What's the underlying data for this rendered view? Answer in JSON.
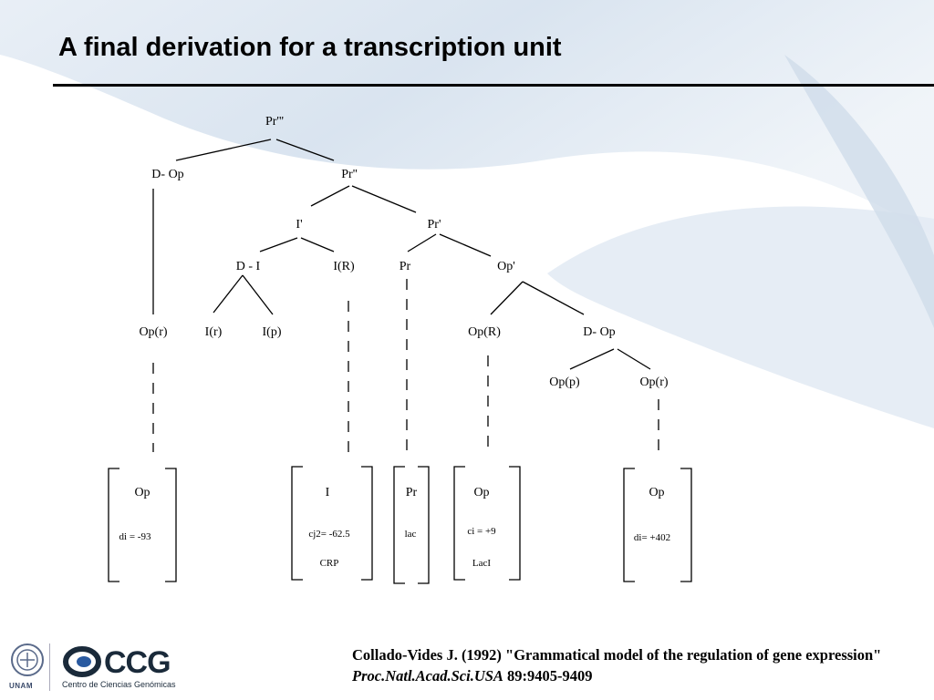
{
  "slide": {
    "title": "A final derivation for a transcription unit"
  },
  "tree": {
    "nodes": {
      "pr3": "Pr'''",
      "d_op_top": "D- Op",
      "pr2": "Pr''",
      "i_bar": "I'",
      "pr1": "Pr'",
      "d_i": "D - I",
      "i_r_cap": "I(R)",
      "pr": "Pr",
      "op1": "Op'",
      "op_r_left": "Op(r)",
      "i_r": "I(r)",
      "i_p": "I(p)",
      "op_R": "Op(R)",
      "d_op_right": "D- Op",
      "op_p": "Op(p)",
      "op_r_right": "Op(r)"
    },
    "boxes": [
      {
        "head": "Op",
        "line1": "di = -93",
        "line2": ""
      },
      {
        "head": "I",
        "line1": "cj2= -62.5",
        "line2": "CRP"
      },
      {
        "head": "Pr",
        "line1": "lac",
        "line2": ""
      },
      {
        "head": "Op",
        "line1": "ci = +9",
        "line2": "LacI"
      },
      {
        "head": "Op",
        "line1": "di= +402",
        "line2": ""
      }
    ]
  },
  "citation": {
    "text": "Collado-Vides J. (1992) \"Grammatical model of the regulation of gene expression\"",
    "journal": "Proc.Natl.Acad.Sci.USA",
    "ref": "89:9405-9409"
  },
  "logos": {
    "unam": "UNAM",
    "ccg": "CCG",
    "ccg_subtitle": "Centro de Ciencias Genómicas"
  },
  "colors": {
    "background_wave": "#dbe6f1",
    "text": "#000000"
  }
}
